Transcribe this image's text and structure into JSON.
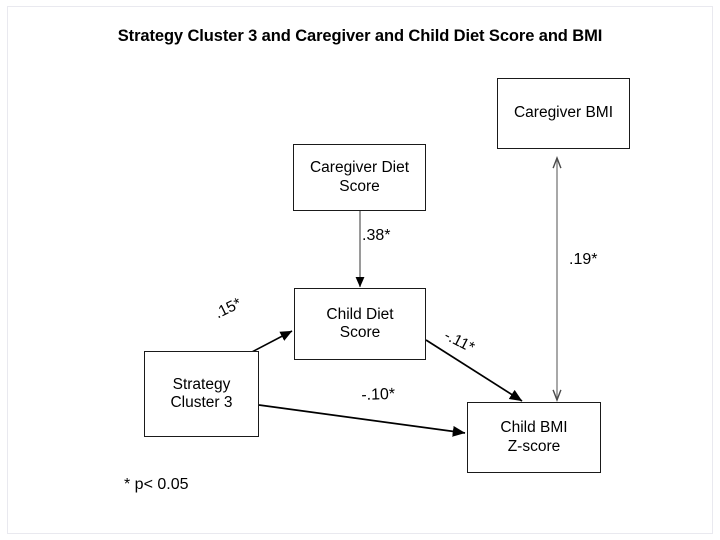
{
  "slide": {
    "title": "Strategy Cluster 3 and Caregiver and Child Diet Score and BMI",
    "footnote": "* p< 0.05",
    "background_color": "#ffffff",
    "line_color": "#000000"
  },
  "nodes": [
    {
      "id": "caregiver-bmi",
      "label": "Caregiver BMI"
    },
    {
      "id": "caregiver-diet",
      "label": "Caregiver Diet\nScore",
      "line1": "Caregiver Diet",
      "line2": "Score"
    },
    {
      "id": "child-diet",
      "label": "Child Diet\nScore",
      "line1": "Child Diet",
      "line2": "Score"
    },
    {
      "id": "strategy-cluster",
      "label": "Strategy\nCluster 3",
      "line1": "Strategy",
      "line2": "Cluster 3"
    },
    {
      "id": "child-bmi",
      "label": "Child BMI\nZ-score",
      "line1": "Child BMI",
      "line2": "Z-score"
    }
  ],
  "edges": [
    {
      "id": "cgdiet-to-chdiet",
      "from": "caregiver-diet",
      "to": "child-diet",
      "label": ".38*",
      "arrow": "single"
    },
    {
      "id": "cgbmi-to-chbmi",
      "from": "caregiver-bmi",
      "to": "child-bmi",
      "label": ".19*",
      "arrow": "double"
    },
    {
      "id": "strat-to-chdiet",
      "from": "strategy-cluster",
      "to": "child-diet",
      "label": ".15*",
      "arrow": "single"
    },
    {
      "id": "chdiet-to-chbmi",
      "from": "child-diet",
      "to": "child-bmi",
      "label": "-.11*",
      "arrow": "single"
    },
    {
      "id": "strat-to-chbmi",
      "from": "strategy-cluster",
      "to": "child-bmi",
      "label": "-.10*",
      "arrow": "single"
    }
  ],
  "chart_data": {
    "type": "diagram",
    "title": "Strategy Cluster 3 and Caregiver and Child Diet Score and BMI",
    "nodes": [
      "Caregiver BMI",
      "Caregiver Diet Score",
      "Child Diet Score",
      "Strategy Cluster 3",
      "Child BMI Z-score"
    ],
    "paths": [
      {
        "source": "Caregiver Diet Score",
        "target": "Child Diet Score",
        "coefficient": 0.38,
        "label": ".38*",
        "significant": true,
        "direction": "directed"
      },
      {
        "source": "Caregiver BMI",
        "target": "Child BMI Z-score",
        "coefficient": 0.19,
        "label": ".19*",
        "significant": true,
        "direction": "bidirectional"
      },
      {
        "source": "Strategy Cluster 3",
        "target": "Child Diet Score",
        "coefficient": 0.15,
        "label": ".15*",
        "significant": true,
        "direction": "directed"
      },
      {
        "source": "Child Diet Score",
        "target": "Child BMI Z-score",
        "coefficient": -0.11,
        "label": "-.11*",
        "significant": true,
        "direction": "directed"
      },
      {
        "source": "Strategy Cluster 3",
        "target": "Child BMI Z-score",
        "coefficient": -0.1,
        "label": "-.10*",
        "significant": true,
        "direction": "directed"
      }
    ],
    "note": "* p< 0.05"
  }
}
